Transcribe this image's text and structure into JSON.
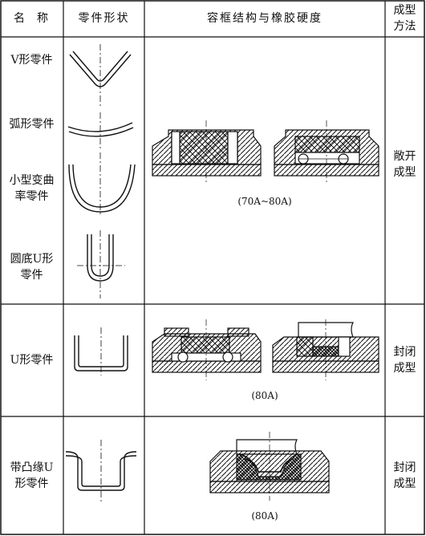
{
  "headers": {
    "name": "名  称",
    "shape": "零件形状",
    "structure": "容框结构与橡胶硬度",
    "method_line1": "成型",
    "method_line2": "方法"
  },
  "rows": [
    {
      "parts": [
        "V形零件",
        "弧形零件",
        "小型变曲率零件",
        "圆底U形零件"
      ],
      "part_lines": [
        [
          "V形零件"
        ],
        [
          "弧形零件"
        ],
        [
          "小型变曲",
          "率零件"
        ],
        [
          "圆底U形",
          "零件"
        ]
      ],
      "hardness": "(70A~80A)",
      "method": [
        "敞开",
        "成型"
      ]
    },
    {
      "parts": [
        "U形零件"
      ],
      "part_lines": [
        [
          "U形零件"
        ]
      ],
      "hardness": "(80A)",
      "method": [
        "封闭",
        "成型"
      ]
    },
    {
      "parts": [
        "带凸缘U形零件"
      ],
      "part_lines": [
        [
          "带凸缘U",
          "形零件"
        ]
      ],
      "hardness": "(80A)",
      "method": [
        "封闭",
        "成型"
      ]
    }
  ]
}
